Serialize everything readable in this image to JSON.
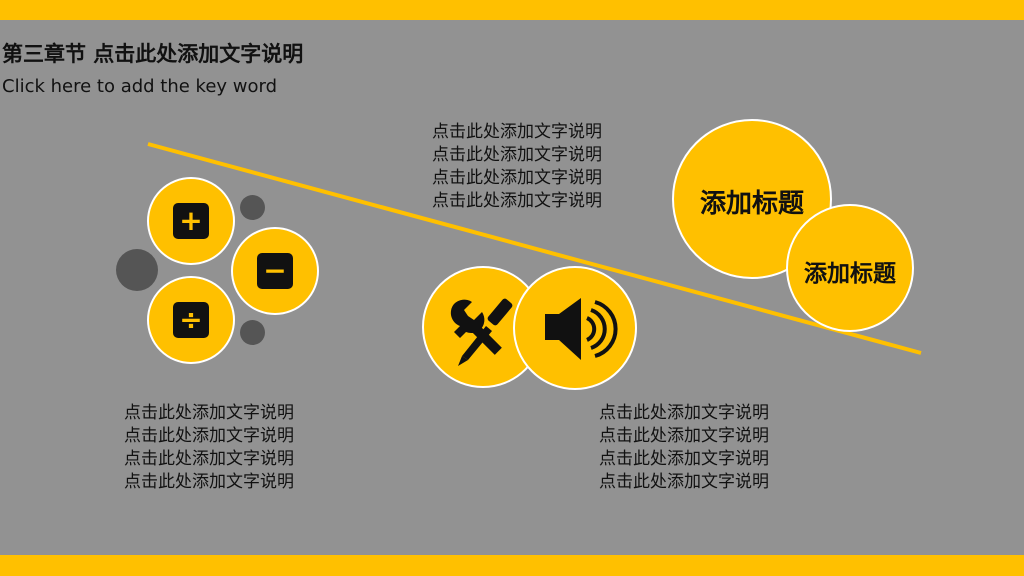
{
  "slide": {
    "title": "第三章节  点击此处添加文字说明",
    "subtitle": "Click here to  add the key word",
    "top_text": [
      "点击此处添加文字说明",
      "点击此处添加文字说明",
      "点击此处添加文字说明",
      "点击此处添加文字说明"
    ],
    "left_text": [
      "点击此处添加文字说明",
      "点击此处添加文字说明",
      "点击此处添加文字说明",
      "点击此处添加文字说明"
    ],
    "right_text": [
      "点击此处添加文字说明",
      "点击此处添加文字说明",
      "点击此处添加文字说明",
      "点击此处添加文字说明"
    ],
    "badge_large": "添加标题",
    "badge_small": "添加标题",
    "icons": {
      "plus": "+",
      "minus": "−",
      "divide": "÷"
    }
  },
  "colors": {
    "background": "#929292",
    "accent": "#FFC000",
    "dark": "#111111",
    "dot": "#555555"
  }
}
